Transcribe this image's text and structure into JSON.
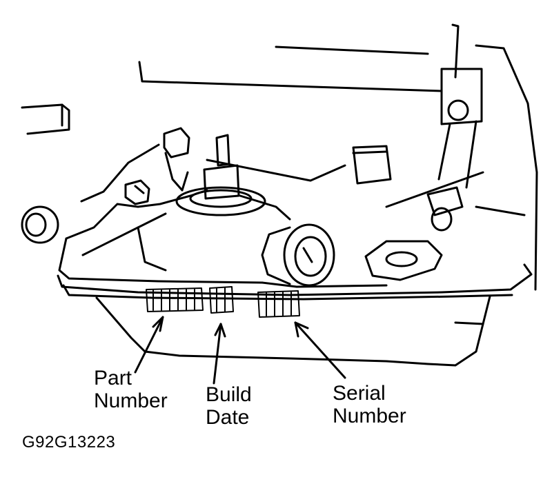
{
  "figure": {
    "code": "G92G13223",
    "subject": "transmission-oil-pan-identification-tags",
    "colors": {
      "ink": "#000000",
      "background": "#ffffff"
    }
  },
  "callouts": {
    "part_number": [
      "Part",
      "Number"
    ],
    "build_date": [
      "Build",
      "Date"
    ],
    "serial_number": [
      "Serial",
      "Number"
    ]
  }
}
